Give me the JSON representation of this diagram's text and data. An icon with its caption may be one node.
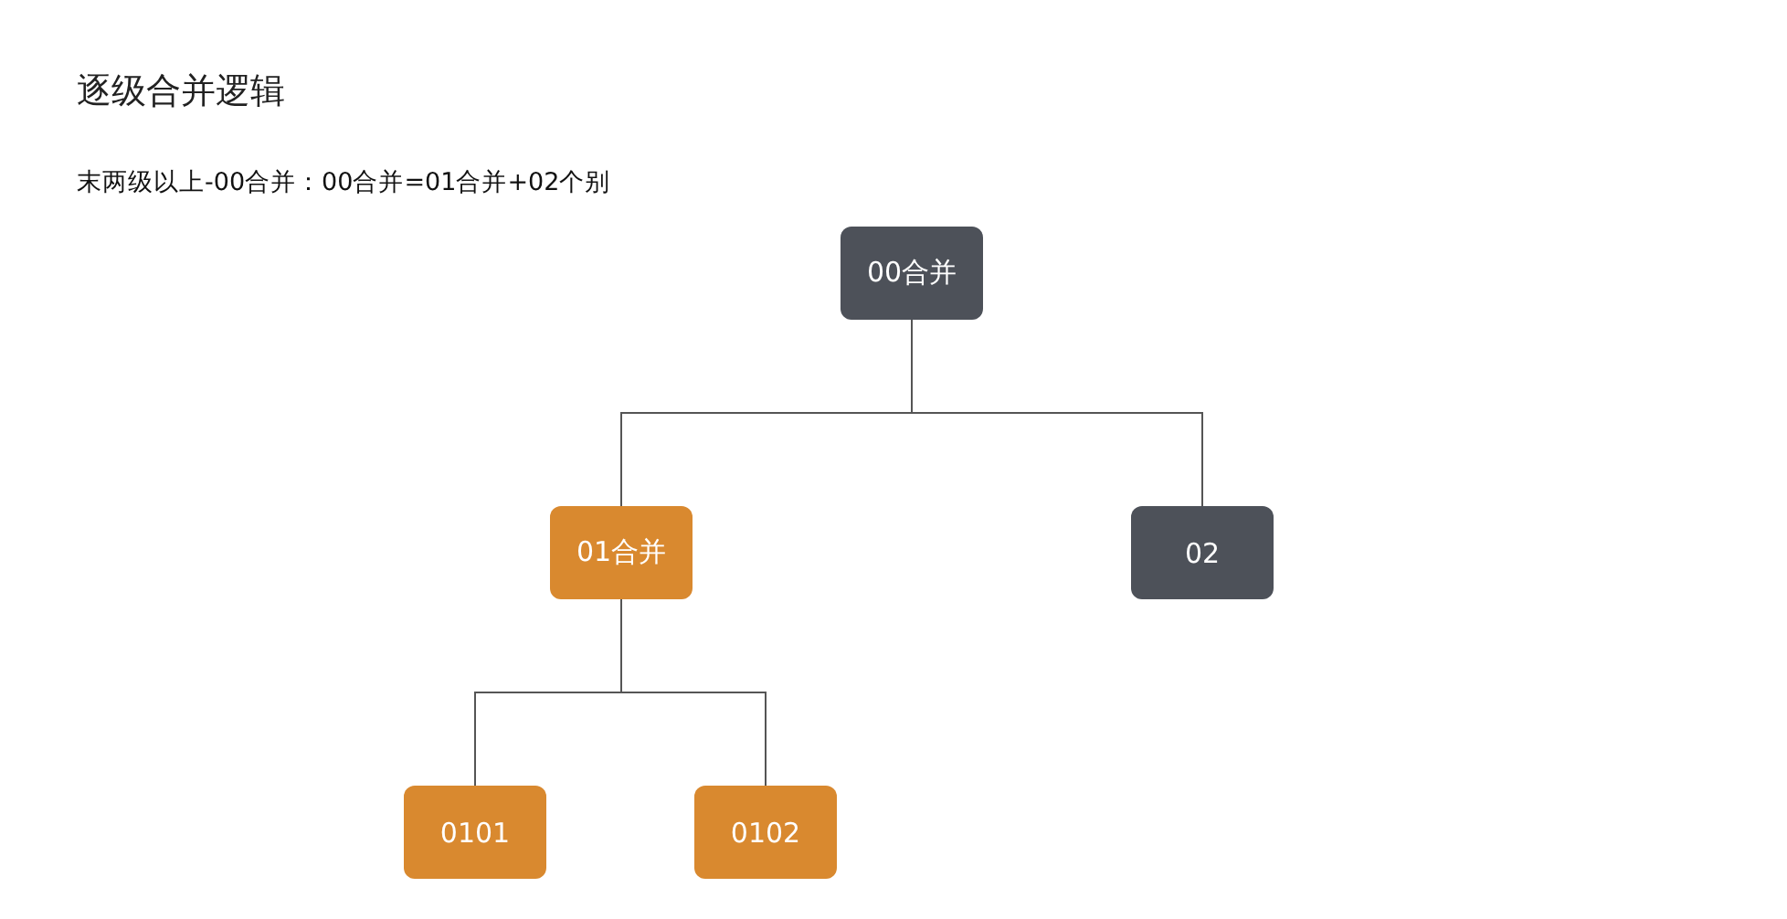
{
  "diagram": {
    "title": "逐级合并逻辑",
    "nodes": [
      {
        "text": [
          "00合并"
        ]
      },
      {
        "text": [
          "01合并"
        ]
      },
      {
        "text": [
          "02"
        ]
      },
      {
        "text": [
          "0101"
        ]
      },
      {
        "text": [
          "0102"
        ]
      }
    ],
    "edges": [
      {
        "from": 0,
        "to": 1,
        "arrow": "none"
      },
      {
        "from": 0,
        "to": 2,
        "arrow": "none"
      },
      {
        "from": 1,
        "to": 3,
        "arrow": "none"
      },
      {
        "from": 1,
        "to": 4,
        "arrow": "none"
      }
    ],
    "labels": [
      "末两级以上-00合并：00合并=01合并+02个别"
    ]
  }
}
